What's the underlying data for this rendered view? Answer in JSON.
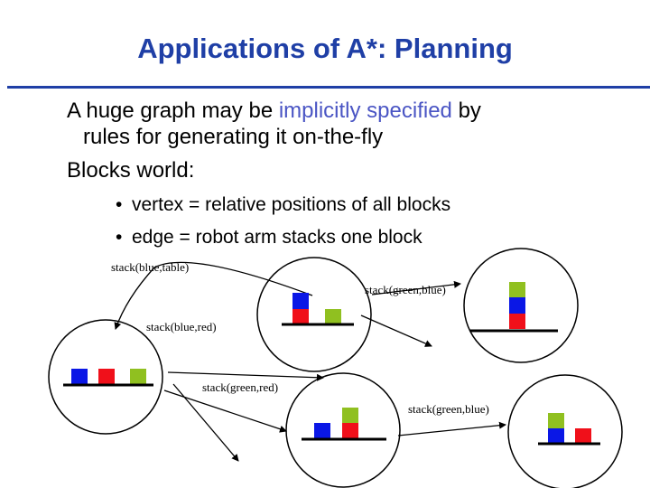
{
  "title": "Applications of A*: Planning",
  "bullets": {
    "b1_prefix": "A huge graph may be ",
    "b1_highlight": "implicitly specified",
    "b1_suffix": " by",
    "b1_cont": "rules for generating it on-the-fly",
    "b2": "Blocks world:",
    "sub1": "vertex = relative positions of all blocks",
    "sub2": "edge = robot arm stacks one block",
    "bullet_char": "•"
  },
  "edge_labels": {
    "stack_blue_table": "stack(blue,table)",
    "stack_green_blue_top": "stack(green,blue)",
    "stack_blue_red": "stack(blue,red)",
    "stack_green_red": "stack(green,red)",
    "stack_green_blue_bottom": "stack(green,blue)"
  },
  "colors": {
    "title": "#1f3fa6",
    "highlight": "#4a55c4",
    "blue_block": "#0a17e6",
    "red_block": "#f0101a",
    "green_block": "#90c020"
  }
}
